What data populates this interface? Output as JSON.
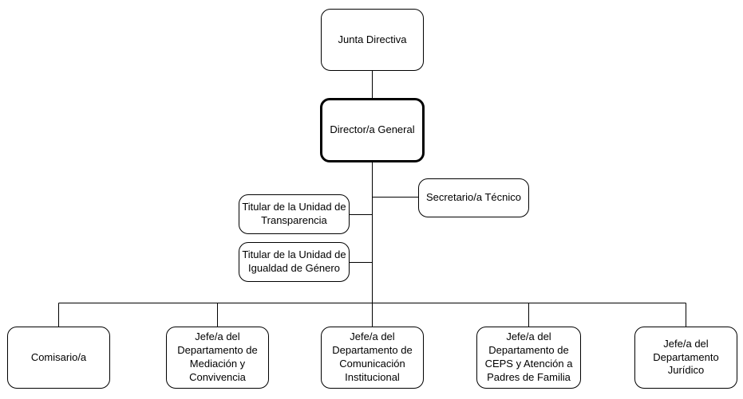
{
  "org_chart": {
    "junta": {
      "label": "Junta Directiva"
    },
    "director": {
      "label": "Director/a General"
    },
    "secretario": {
      "label": "Secretario/a Técnico"
    },
    "transparencia": {
      "label": "Titular de la Unidad de\nTransparencia"
    },
    "igualdad": {
      "label": "Titular de la Unidad de\nIgualdad de Género"
    },
    "comisario": {
      "label": "Comisario/a"
    },
    "mediacion": {
      "label": "Jefe/a del\nDepartamento de\nMediación y\nConvivencia"
    },
    "comunicacion": {
      "label": "Jefe/a del\nDepartamento de\nComunicación\nInstitucional"
    },
    "ceps": {
      "label": "Jefe/a del\nDepartamento de\nCEPS y Atención a\nPadres de Familia"
    },
    "juridico": {
      "label": "Jefe/a del\nDepartamento\nJurídico"
    }
  }
}
